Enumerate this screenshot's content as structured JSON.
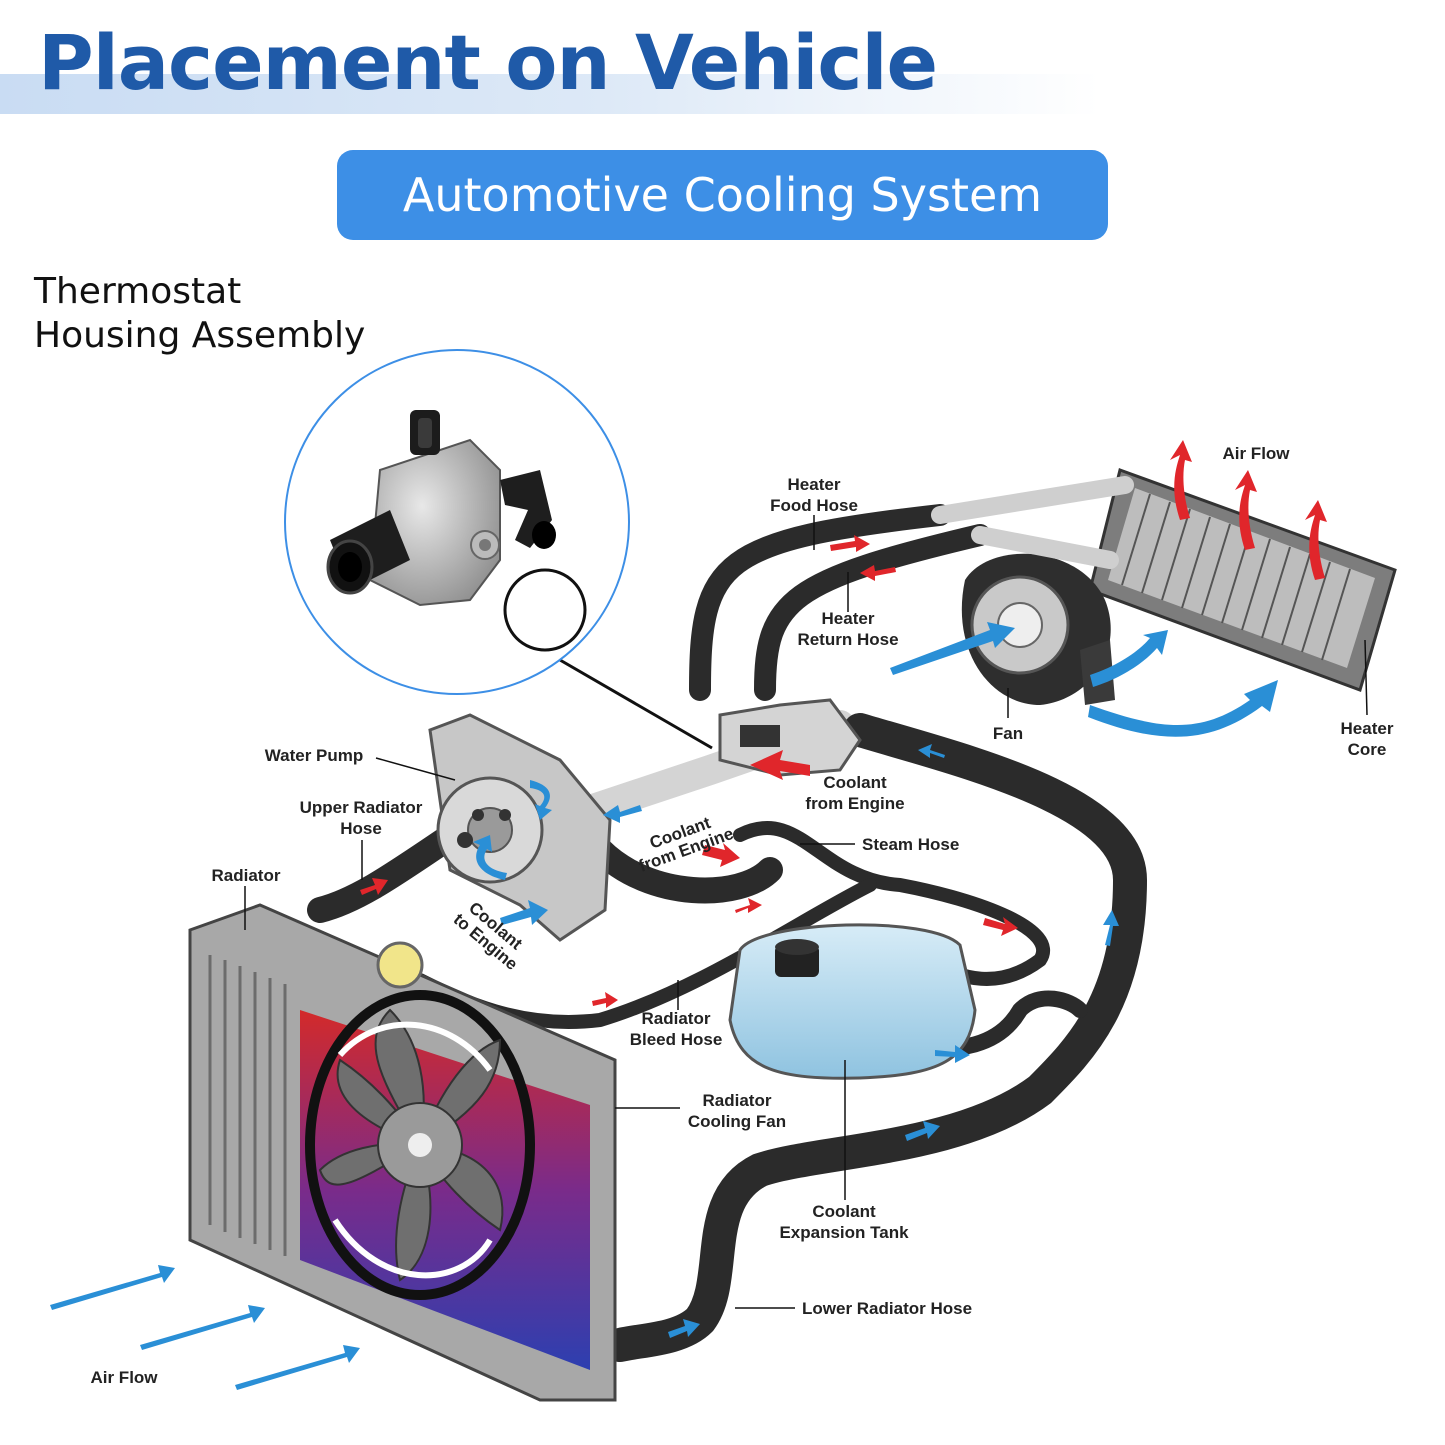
{
  "header": {
    "title": "Placement on Vehicle",
    "subtitle": "Automotive Cooling System"
  },
  "part": {
    "line1": "Thermostat",
    "line2": "Housing Assembly"
  },
  "labels": {
    "air_flow_top": "Air Flow",
    "heater_food_hose_1": "Heater",
    "heater_food_hose_2": "Food Hose",
    "heater_return_hose_1": "Heater",
    "heater_return_hose_2": "Return Hose",
    "fan": "Fan",
    "heater_core_1": "Heater",
    "heater_core_2": "Core",
    "water_pump": "Water Pump",
    "coolant_from_engine_1": "Coolant",
    "coolant_from_engine_2": "from Engine",
    "upper_radiator_hose_1": "Upper Radiator",
    "upper_radiator_hose_2": "Hose",
    "coolant_from_engine_small_1": "Coolant",
    "coolant_from_engine_small_2": "from Engine",
    "steam_hose": "Steam Hose",
    "radiator": "Radiator",
    "coolant_to_engine_1": "Coolant",
    "coolant_to_engine_2": "to Engine",
    "radiator_bleed_hose_1": "Radiator",
    "radiator_bleed_hose_2": "Bleed Hose",
    "radiator_cooling_fan_1": "Radiator",
    "radiator_cooling_fan_2": "Cooling Fan",
    "coolant_expansion_tank_1": "Coolant",
    "coolant_expansion_tank_2": "Expansion Tank",
    "lower_radiator_hose": "Lower Radiator Hose",
    "air_flow_bottom": "Air Flow"
  },
  "colors": {
    "title": "#1f5aa8",
    "pill": "#3d8fe6",
    "hose": "#2b2b2b",
    "arrow_red": "#e0262b",
    "arrow_blue": "#2a8fd6",
    "tank": "#a9d3ea",
    "callout_ring": "#3d8fe6"
  }
}
